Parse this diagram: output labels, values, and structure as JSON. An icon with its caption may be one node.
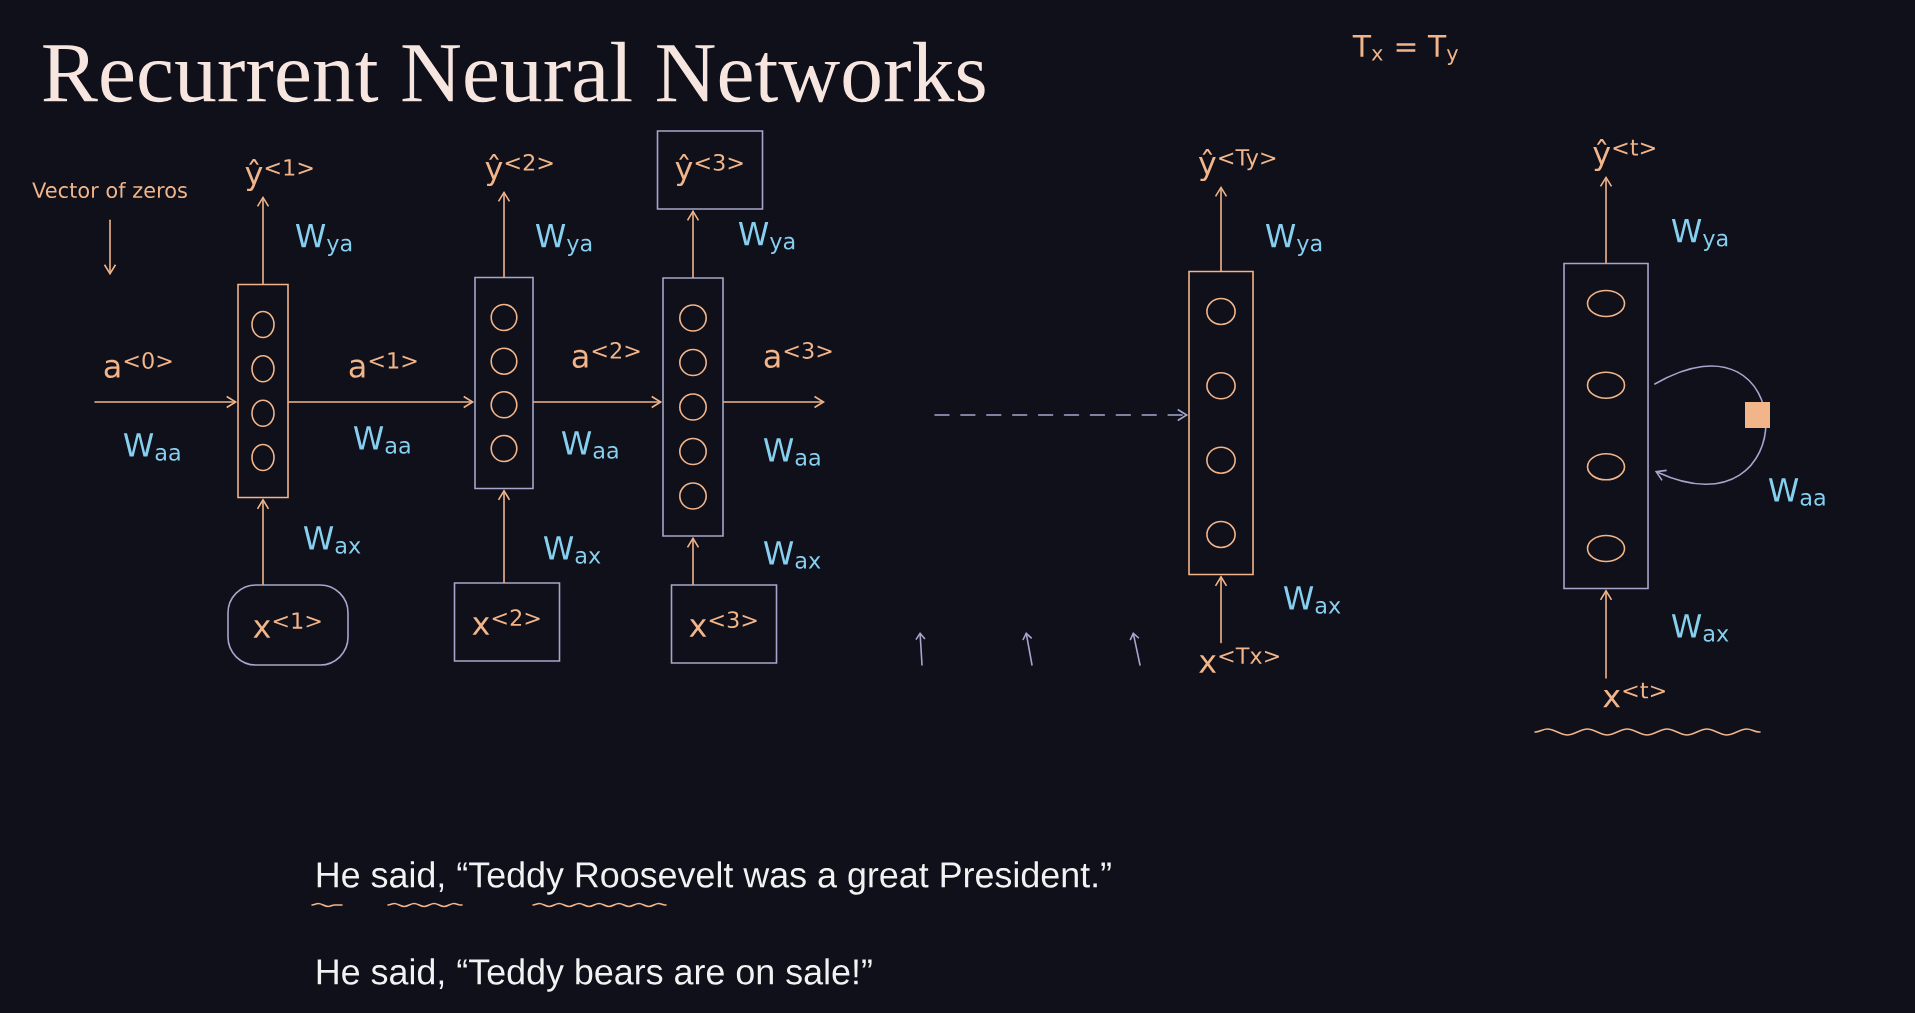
{
  "diagram": {
    "title": "Recurrent Neural Networks",
    "nodes": [
      {
        "text": [
          "Vector of zeros"
        ]
      },
      {
        "text": [
          "ŷ$^{<1>}$"
        ]
      },
      {
        "text": [
          "ŷ$^{<2>}$"
        ]
      },
      {
        "text": [
          "ŷ$^{<3>}$"
        ]
      },
      {
        "text": [
          "ŷ$^{<Ty>}$"
        ]
      },
      {
        "text": [
          "ŷ$^{<t>}$"
        ]
      },
      {
        "text": [],
        "shape": "box"
      },
      {
        "text": [],
        "shape": "box"
      },
      {
        "text": [],
        "shape": "box"
      },
      {
        "text": [],
        "shape": "box"
      },
      {
        "text": [],
        "shape": "box"
      },
      {
        "text": [
          "x$^{<1>}$"
        ]
      },
      {
        "text": [
          "x$^{<2>}$"
        ]
      },
      {
        "text": [
          "x$^{<3>}$"
        ]
      },
      {
        "text": [
          "x$^{<Tx>}$"
        ]
      },
      {
        "text": [
          "x$^{<t>}$"
        ]
      }
    ],
    "edges": [
      {
        "from": 0,
        "to": null,
        "arrow": "to"
      },
      {
        "from": null,
        "to": 6,
        "arrow": "to",
        "label": "a$^{<0>}$"
      },
      {
        "from": 6,
        "to": 7,
        "arrow": "to",
        "label": "a$^{<1>}$"
      },
      {
        "from": 7,
        "to": 8,
        "arrow": "to",
        "label": "a$^{<2>}$"
      },
      {
        "from": 8,
        "to": null,
        "arrow": "to",
        "label": "a$^{<3>}$"
      },
      {
        "from": null,
        "to": 9,
        "arrow": "to",
        "style": "dashed"
      },
      {
        "from": 6,
        "to": 1,
        "arrow": "to",
        "label": "W$_{ya}$"
      },
      {
        "from": 7,
        "to": 2,
        "arrow": "to",
        "label": "W$_{ya}$"
      },
      {
        "from": 8,
        "to": 3,
        "arrow": "to",
        "label": "W$_{ya}$"
      },
      {
        "from": 9,
        "to": 4,
        "arrow": "to",
        "label": "W$_{ya}$"
      },
      {
        "from": 10,
        "to": 5,
        "arrow": "to",
        "label": "W$_{ya}$"
      },
      {
        "from": 11,
        "to": 6,
        "arrow": "to",
        "label": "W$_{ax}$"
      },
      {
        "from": 12,
        "to": 7,
        "arrow": "to",
        "label": "W$_{ax}$"
      },
      {
        "from": 13,
        "to": 8,
        "arrow": "to",
        "label": "W$_{ax}$"
      },
      {
        "from": 14,
        "to": 9,
        "arrow": "to",
        "label": "W$_{ax}$"
      },
      {
        "from": 15,
        "to": 10,
        "arrow": "to",
        "label": "W$_{ax}$"
      },
      {
        "from": 10,
        "to": 10,
        "arrow": "to",
        "label": "W$_{aa}$"
      }
    ],
    "labels": [
      "T$_{x}$ = T$_{y}$",
      "W$_{aa}$",
      "W$_{aa}$",
      "W$_{aa}$",
      "W$_{aa}$",
      "He said, “Teddy Roosevelt was a great President.”",
      "He said, “Teddy bears are on sale!”"
    ]
  }
}
